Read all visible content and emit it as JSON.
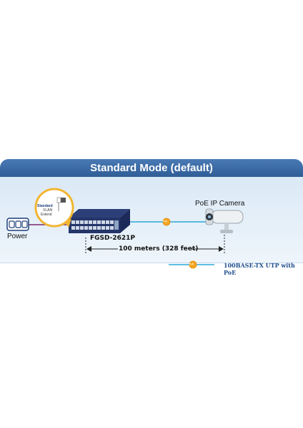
{
  "title": "Standard Mode (default)",
  "power": {
    "label": "Power"
  },
  "switch": {
    "model": "FGSD-2621P"
  },
  "callout": {
    "options": [
      "Standard",
      "VLAN",
      "Extend"
    ]
  },
  "camera": {
    "label": "PoE IP Camera"
  },
  "distance": {
    "label": "100 meters (328 feet)"
  },
  "poe_badge": {
    "text": "PoE"
  },
  "legend": {
    "label": "100BASE-TX UTP with PoE"
  },
  "colors": {
    "title_bg": "#3a6aa8",
    "cable": "#2aa8d8",
    "poe_badge": "#f5a623",
    "power_line": "#7a2a6a"
  }
}
